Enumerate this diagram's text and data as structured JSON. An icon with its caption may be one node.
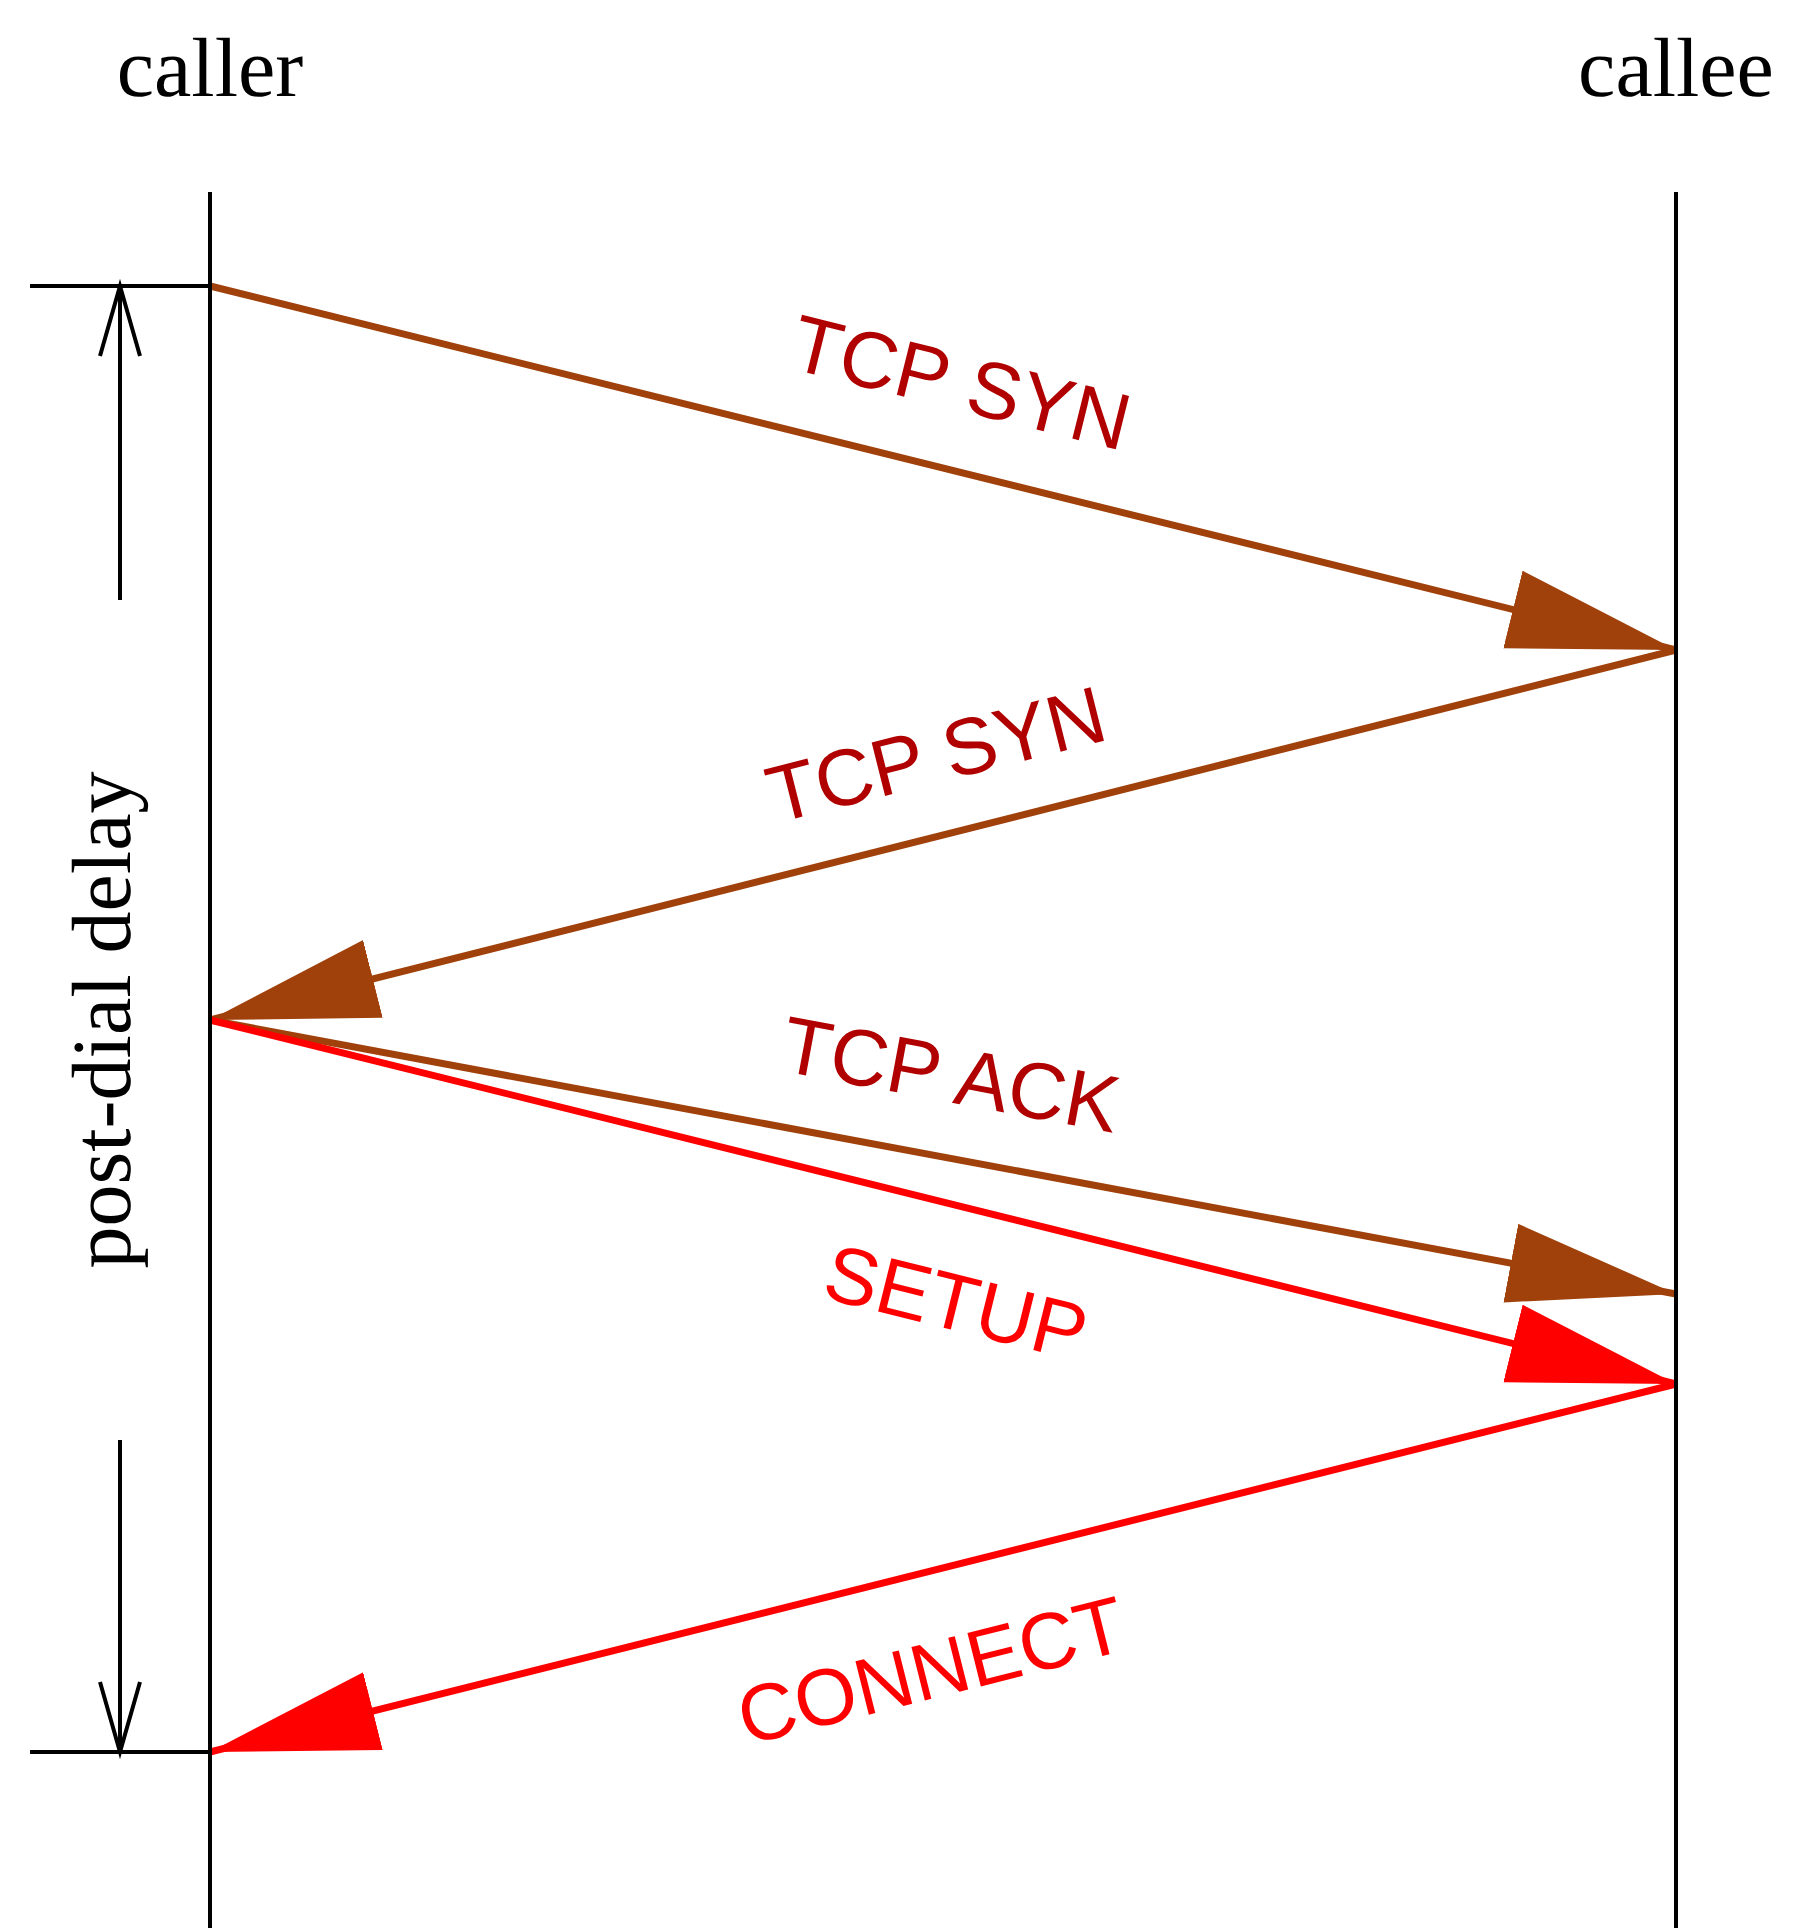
{
  "diagram": {
    "nodes": [
      {
        "text": [
          "caller"
        ]
      },
      {
        "text": [
          "callee"
        ]
      }
    ],
    "edges": [
      {
        "from": 0,
        "to": 1,
        "arrow": "to",
        "label": "TCP SYN"
      },
      {
        "from": 1,
        "to": 0,
        "arrow": "to",
        "label": "TCP SYN"
      },
      {
        "from": 0,
        "to": 1,
        "arrow": "to",
        "label": "TCP ACK"
      },
      {
        "from": 0,
        "to": 1,
        "arrow": "to",
        "label": "SETUP",
        "color": "#ff0000"
      },
      {
        "from": 1,
        "to": 0,
        "arrow": "to",
        "label": "CONNECT",
        "color": "#ff0000"
      }
    ],
    "labels": [
      "post-dial delay"
    ]
  }
}
